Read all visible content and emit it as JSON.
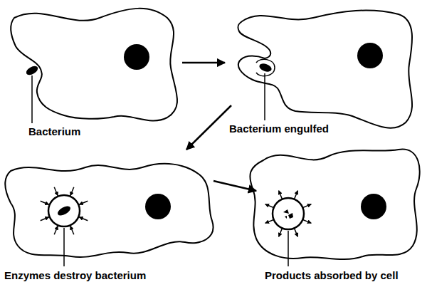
{
  "diagram": {
    "labels": [
      "Bacterium",
      "Bacterium engulfed",
      "Enzymes destroy bacterium",
      "Products absorbed by cell"
    ]
  }
}
